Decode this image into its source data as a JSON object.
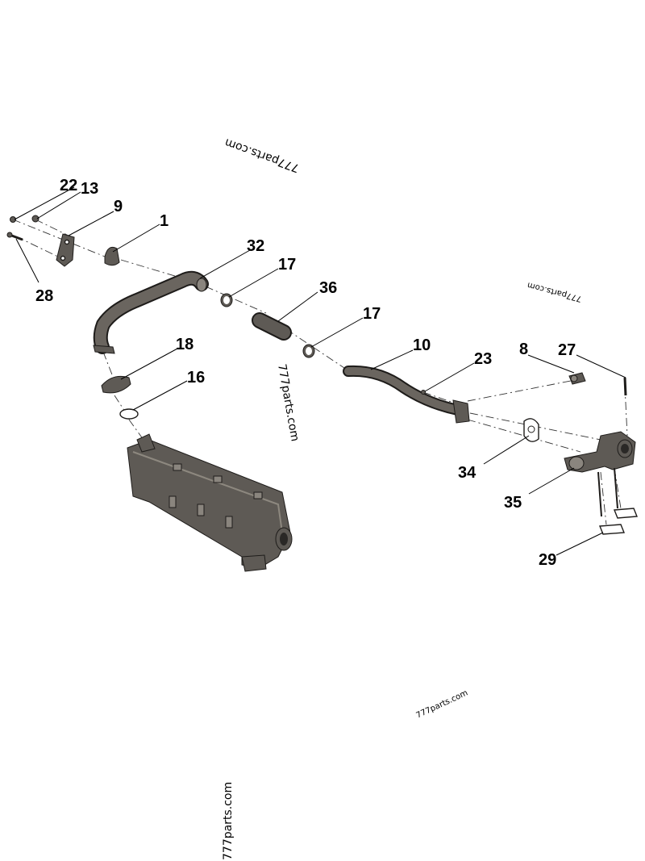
{
  "callouts": [
    {
      "id": "22",
      "label": "22"
    },
    {
      "id": "13",
      "label": "13"
    },
    {
      "id": "9",
      "label": "9"
    },
    {
      "id": "1",
      "label": "1"
    },
    {
      "id": "28",
      "label": "28"
    },
    {
      "id": "32",
      "label": "32"
    },
    {
      "id": "17a",
      "label": "17"
    },
    {
      "id": "36",
      "label": "36"
    },
    {
      "id": "17b",
      "label": "17"
    },
    {
      "id": "18",
      "label": "18"
    },
    {
      "id": "16",
      "label": "16"
    },
    {
      "id": "10",
      "label": "10"
    },
    {
      "id": "23",
      "label": "23"
    },
    {
      "id": "8",
      "label": "8"
    },
    {
      "id": "27",
      "label": "27"
    },
    {
      "id": "34",
      "label": "34"
    },
    {
      "id": "35",
      "label": "35"
    },
    {
      "id": "29",
      "label": "29"
    }
  ],
  "watermarks": [
    {
      "id": "wm1",
      "text": "777parts.com"
    },
    {
      "id": "wm2",
      "text": "777parts.com"
    },
    {
      "id": "wm3",
      "text": "777parts.com"
    },
    {
      "id": "wm4",
      "text": "777parts.com"
    },
    {
      "id": "wm5",
      "text": "777parts.com"
    }
  ],
  "colors": {
    "part_fill": "#5e5a55",
    "part_outline": "#1e1c1a",
    "background": "#ffffff"
  }
}
